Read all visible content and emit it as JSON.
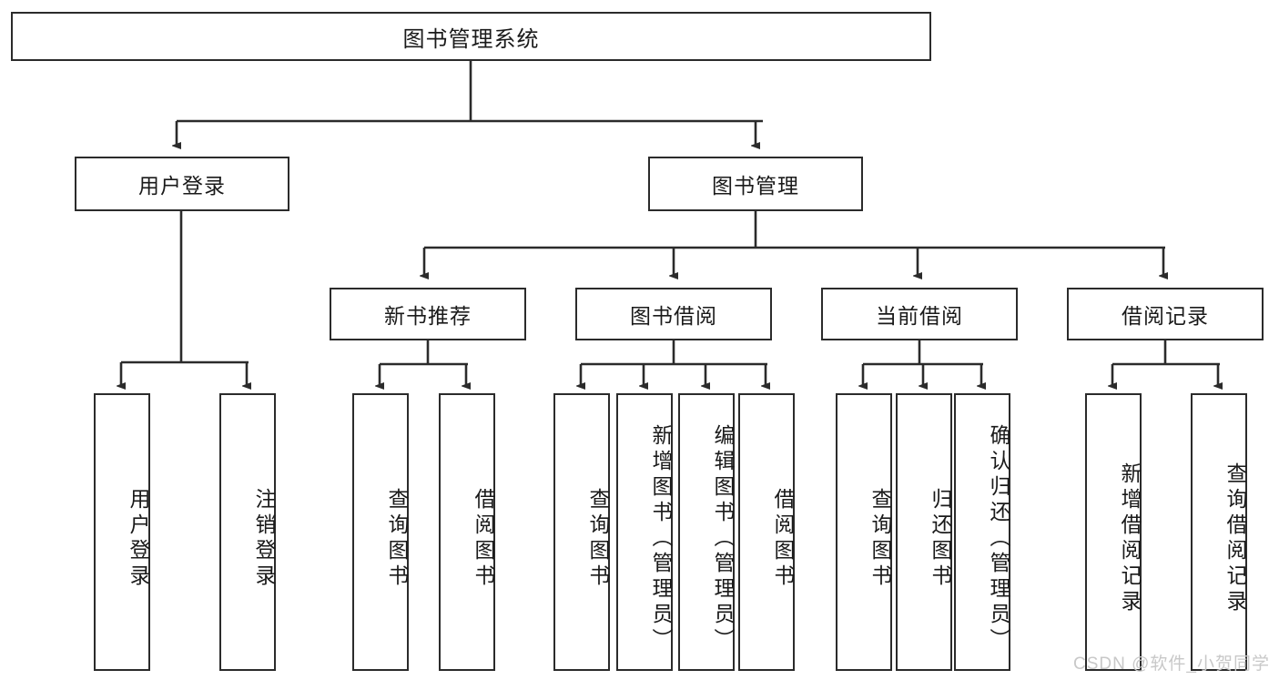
{
  "diagram": {
    "type": "tree",
    "title": "图书管理系统",
    "watermark": "CSDN @软件_小贺同学",
    "colors": {
      "box_border": "#2b2b2b",
      "box_fill": "#ffffff",
      "edge": "#2b2b2b",
      "text": "#1a1a1a",
      "watermark": "#c8c8c8"
    },
    "levels": {
      "root": {
        "label": "图书管理系统"
      },
      "level2": [
        {
          "label": "用户登录"
        },
        {
          "label": "图书管理"
        }
      ],
      "level3": [
        {
          "label": "新书推荐"
        },
        {
          "label": "图书借阅"
        },
        {
          "label": "当前借阅"
        },
        {
          "label": "借阅记录"
        }
      ],
      "leaves": [
        {
          "label": "用户登录",
          "parent": "用户登录"
        },
        {
          "label": "注销登录",
          "parent": "用户登录"
        },
        {
          "label": "查询图书",
          "parent": "新书推荐"
        },
        {
          "label": "借阅图书",
          "parent": "新书推荐"
        },
        {
          "label": "查询图书",
          "parent": "图书借阅"
        },
        {
          "label": "新增图书（管理员）",
          "parent": "图书借阅"
        },
        {
          "label": "编辑图书（管理员）",
          "parent": "图书借阅"
        },
        {
          "label": "借阅图书",
          "parent": "图书借阅"
        },
        {
          "label": "查询图书",
          "parent": "当前借阅"
        },
        {
          "label": "归还图书",
          "parent": "当前借阅"
        },
        {
          "label": "确认归还（管理员）",
          "parent": "当前借阅"
        },
        {
          "label": "新增借阅记录",
          "parent": "借阅记录"
        },
        {
          "label": "查询借阅记录",
          "parent": "借阅记录"
        }
      ]
    }
  }
}
